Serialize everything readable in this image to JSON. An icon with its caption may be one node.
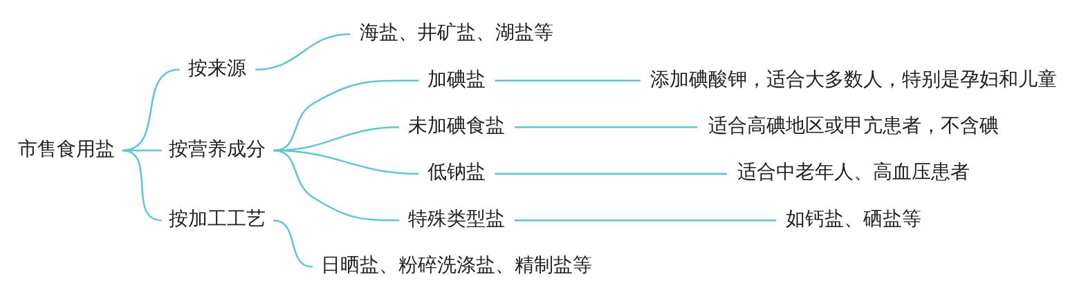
{
  "diagram": {
    "nodes": [
      {
        "text": [
          "市售食用盐"
        ]
      },
      {
        "text": [
          "按来源"
        ]
      },
      {
        "text": [
          "海盐、井矿盐、湖盐等"
        ]
      },
      {
        "text": [
          "按营养成分"
        ]
      },
      {
        "text": [
          "加碘盐"
        ]
      },
      {
        "text": [
          "添加碘酸钾，适合大多数人，特别是孕妇和儿童"
        ]
      },
      {
        "text": [
          "未加碘食盐"
        ]
      },
      {
        "text": [
          "适合高碘地区或甲亢患者，不含碘"
        ]
      },
      {
        "text": [
          "低钠盐"
        ]
      },
      {
        "text": [
          "适合中老年人、高血压患者"
        ]
      },
      {
        "text": [
          "特殊类型盐"
        ]
      },
      {
        "text": [
          "如钙盐、硒盐等"
        ]
      },
      {
        "text": [
          "按加工工艺"
        ]
      },
      {
        "text": [
          "日晒盐、粉碎洗涤盐、精制盐等"
        ]
      }
    ],
    "edges": [
      {
        "from": 0,
        "to": 1,
        "arrow": "none"
      },
      {
        "from": 1,
        "to": 2,
        "arrow": "none"
      },
      {
        "from": 0,
        "to": 3,
        "arrow": "none"
      },
      {
        "from": 3,
        "to": 4,
        "arrow": "none"
      },
      {
        "from": 4,
        "to": 5,
        "arrow": "none"
      },
      {
        "from": 3,
        "to": 6,
        "arrow": "none"
      },
      {
        "from": 6,
        "to": 7,
        "arrow": "none"
      },
      {
        "from": 3,
        "to": 8,
        "arrow": "none"
      },
      {
        "from": 8,
        "to": 9,
        "arrow": "none"
      },
      {
        "from": 3,
        "to": 10,
        "arrow": "none"
      },
      {
        "from": 10,
        "to": 11,
        "arrow": "none"
      },
      {
        "from": 0,
        "to": 12,
        "arrow": "none"
      },
      {
        "from": 12,
        "to": 13,
        "arrow": "none"
      }
    ]
  }
}
